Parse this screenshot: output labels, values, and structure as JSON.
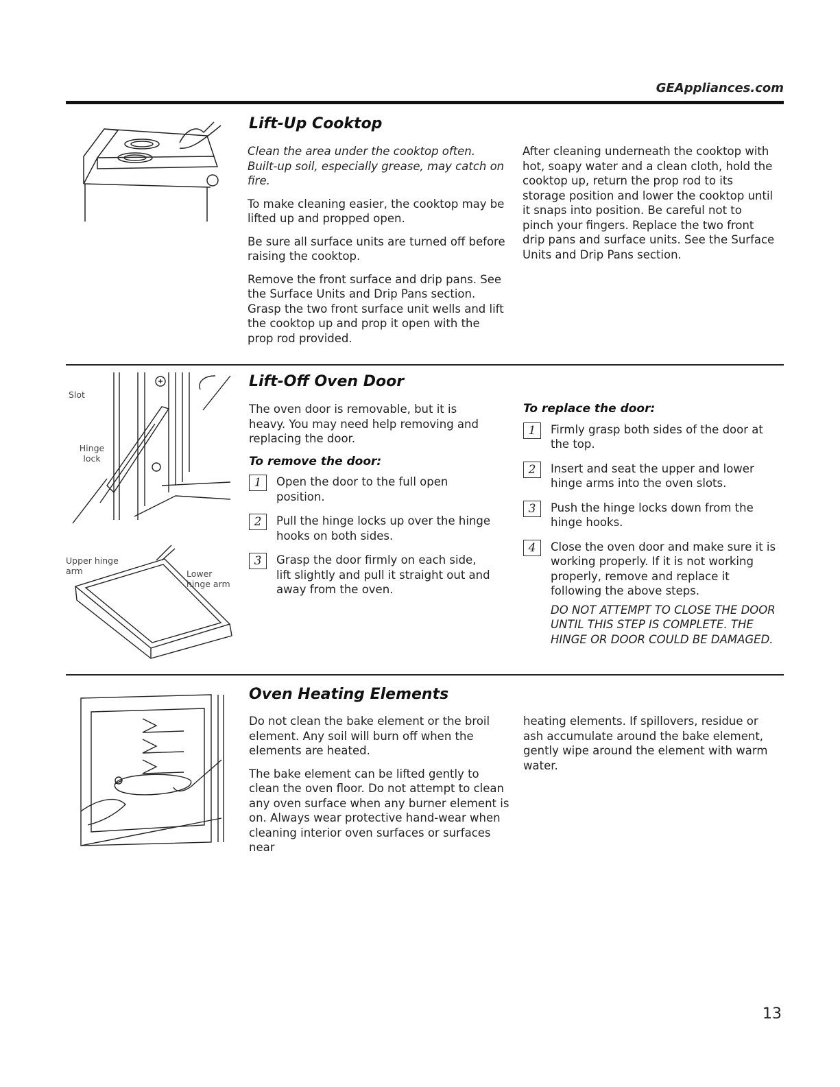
{
  "header": {
    "site": "GEAppliances.com"
  },
  "sections": {
    "cooktop": {
      "title": "Lift-Up Cooktop",
      "left": [
        "Clean the area under the cooktop often. Built-up soil, especially grease, may catch on fire.",
        "To make cleaning easier, the cooktop may be lifted up and propped open.",
        "Be sure all surface units are turned off before raising the cooktop.",
        "Remove the front surface and drip pans. See the Surface Units and Drip Pans section. Grasp the two front surface unit wells and lift the cooktop up and prop it open with the prop rod provided."
      ],
      "right": [
        "After cleaning underneath the cooktop with hot, soapy water and a clean cloth, hold the cooktop up, return the prop rod to its storage position and lower the cooktop until it snaps into position. Be careful not to pinch your fingers. Replace the two front drip pans and surface units. See the Surface Units and Drip Pans section."
      ]
    },
    "door": {
      "title": "Lift-Off Oven Door",
      "intro": "The oven door is removable, but it is heavy. You may need help removing and replacing the door.",
      "remove_heading": "To remove the door:",
      "remove_steps": [
        {
          "n": "1",
          "text": "Open the door to the full open position."
        },
        {
          "n": "2",
          "text": "Pull the hinge locks up over the hinge hooks on both sides."
        },
        {
          "n": "3",
          "text": "Grasp the door firmly on each side, lift slightly and pull it straight out and away from the oven."
        }
      ],
      "replace_heading": "To replace the door:",
      "replace_steps": [
        {
          "n": "1",
          "text": "Firmly grasp both sides of the door at the top."
        },
        {
          "n": "2",
          "text": "Insert and seat the upper and lower hinge arms into the oven slots."
        },
        {
          "n": "3",
          "text": "Push the hinge locks down from the hinge hooks."
        },
        {
          "n": "4",
          "text": "Close the oven door and make sure it is working properly. If it is not working properly, remove and replace it following the above steps."
        }
      ],
      "warning": "DO NOT ATTEMPT TO CLOSE THE DOOR UNTIL THIS STEP IS COMPLETE. THE HINGE OR DOOR COULD BE DAMAGED.",
      "figure_labels": {
        "slot": "Slot",
        "hinge_lock": "Hinge lock",
        "upper_hinge_arm": "Upper hinge arm",
        "lower_hinge_arm": "Lower hinge arm"
      }
    },
    "elements": {
      "title": "Oven Heating Elements",
      "left": [
        "Do not clean the bake element or the broil element. Any soil will burn off when the elements are heated.",
        "The bake element can be lifted gently to clean the oven floor. Do not attempt to clean any oven surface when any burner element is on. Always wear protective hand-wear when cleaning interior oven surfaces or surfaces near"
      ],
      "right": [
        "heating elements. If spillovers, residue or ash accumulate around the bake element, gently wipe around the element with warm water."
      ]
    }
  },
  "footer": {
    "page_number": "13"
  }
}
